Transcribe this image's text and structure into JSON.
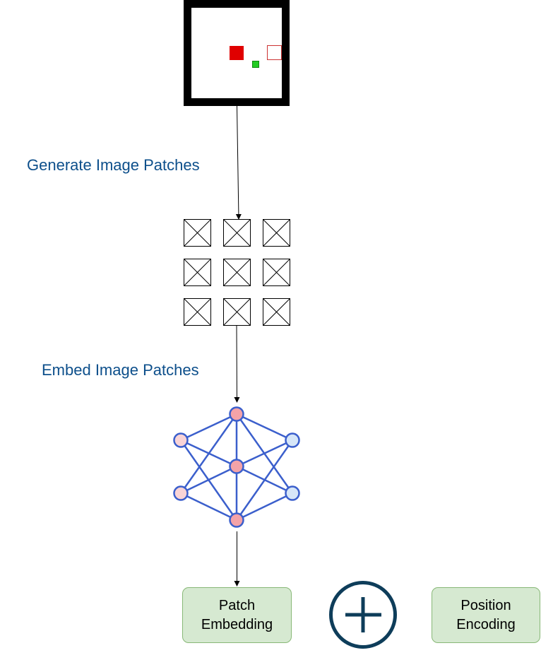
{
  "steps": {
    "generate_label": "Generate Image Patches",
    "embed_label": "Embed Image Patches"
  },
  "outputs": {
    "patch_embedding": "Patch\nEmbedding",
    "position_encoding": "Position\nEncoding"
  },
  "operator": "add",
  "colors": {
    "label_text": "#0d4f8b",
    "frame": "#000000",
    "object_red": "#e00000",
    "goal_outline": "#cc3333",
    "agent_green": "#22cc22",
    "network_edge": "#3b5fcc",
    "node_pink": "#f4a3a8",
    "node_light_pink": "#f9d4d6",
    "node_light_blue": "#d6e6f8",
    "box_fill": "#d6e9d1",
    "box_border": "#88b877",
    "plus_circle": "#0e3d5a"
  }
}
